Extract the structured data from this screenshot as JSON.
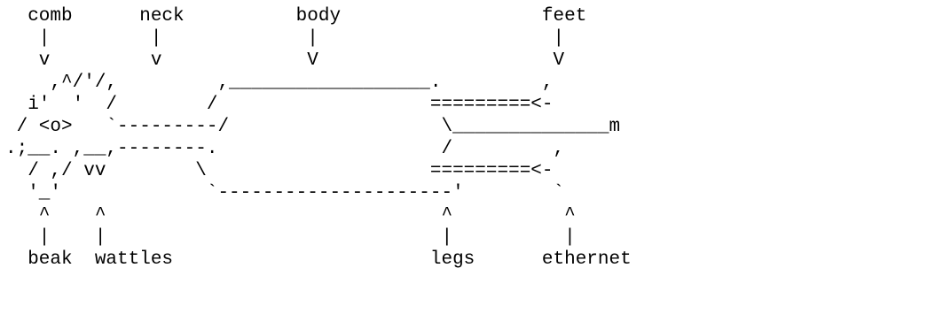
{
  "diagram": {
    "lines": [
      "  comb      neck          body                  feet",
      "   |         |             |                     |",
      "   v         v             V                     V",
      "    ,^/'/,         ,__________________.         ,",
      "  i'  '  /        /                   =========<-",
      " / <o>   `---------/                   \\______________m",
      ".;__. ,__,--------.                    /         ,",
      "  / ,/ vv        \\                    =========<-",
      "  '_'             `---------------------'        `",
      "   ^    ^                              ^          ^",
      "   |    |                              |          |",
      "  beak  wattles                       legs      ethernet"
    ]
  }
}
